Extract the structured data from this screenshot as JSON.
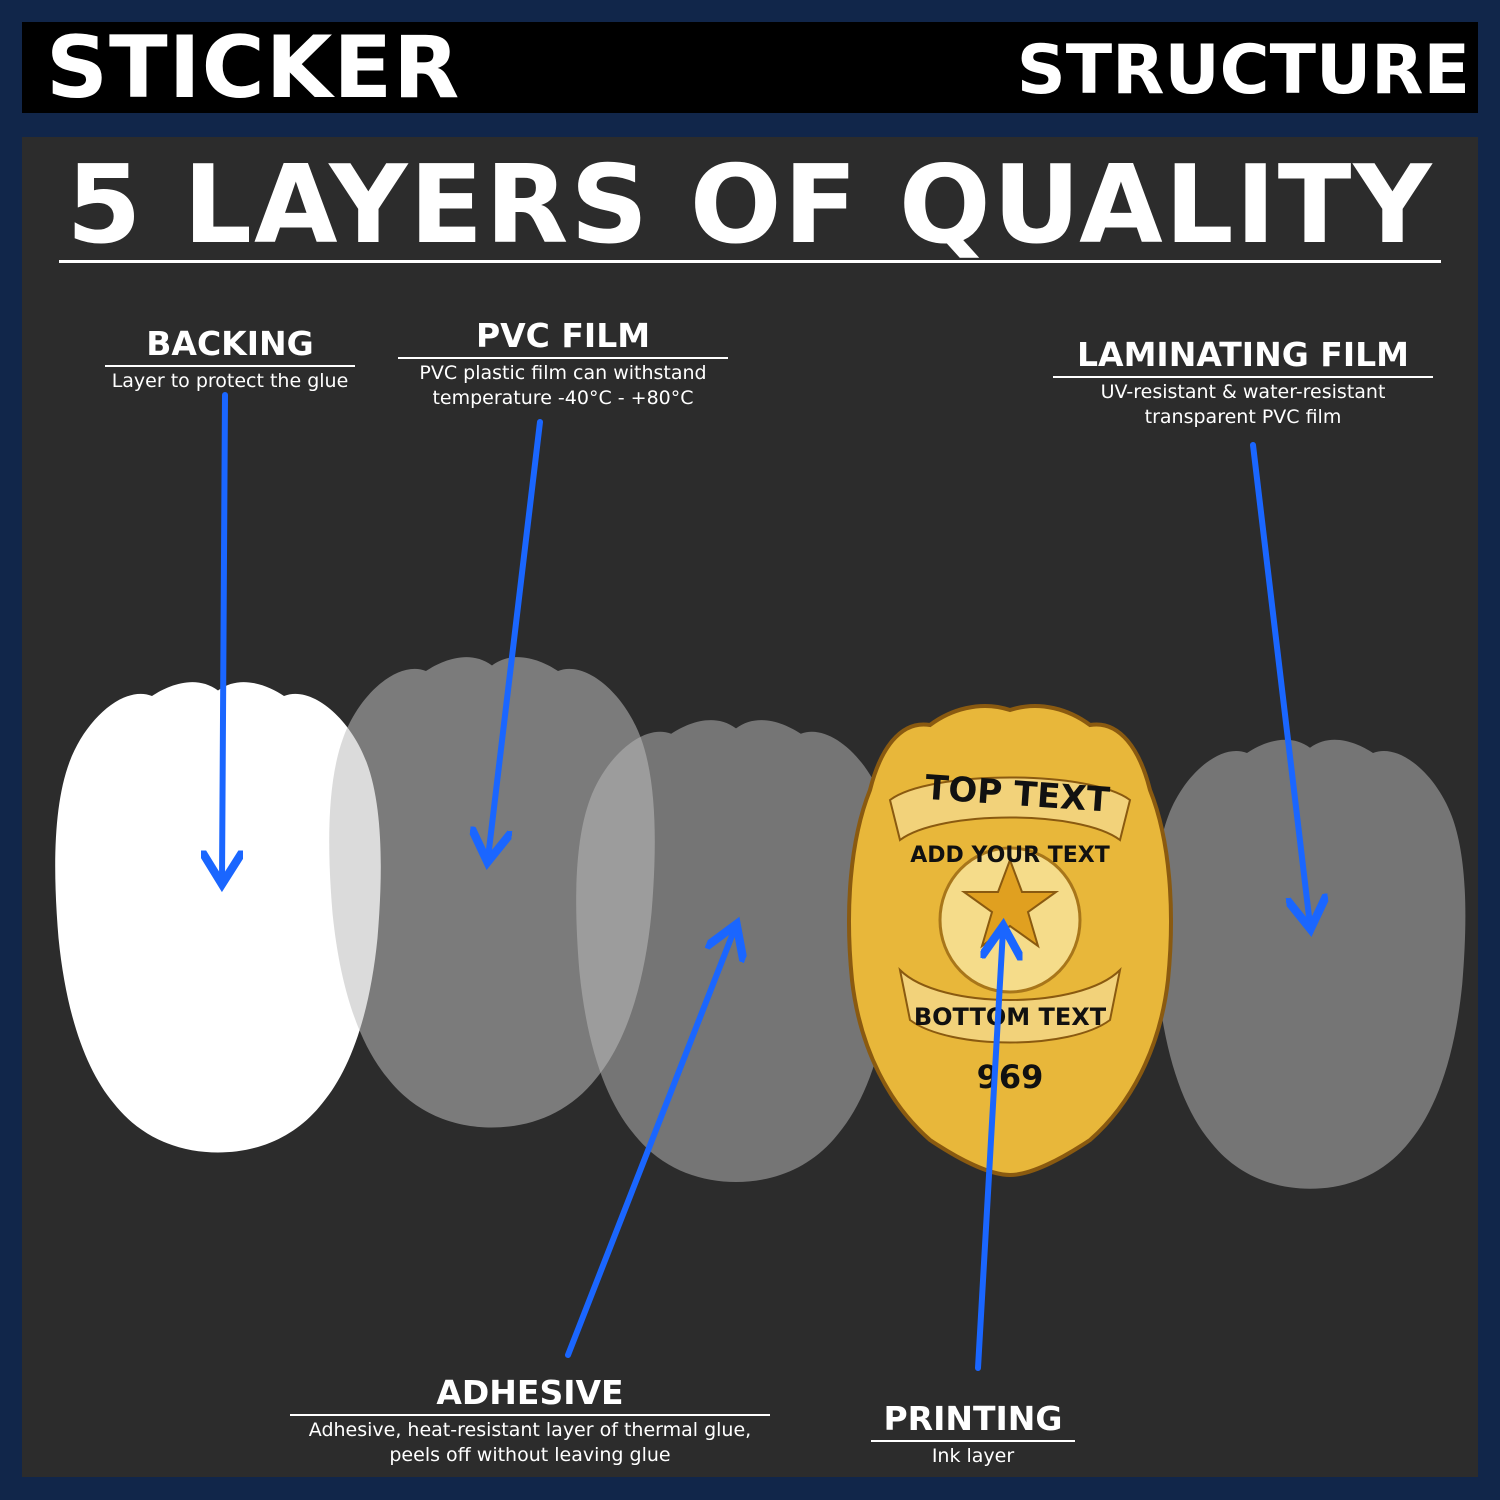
{
  "header": {
    "left": "STICKER",
    "right": "STRUCTURE",
    "headline": "5 LAYERS OF QUALITY"
  },
  "layers": {
    "backing": {
      "title": "BACKING",
      "desc": [
        "Layer to protect the glue"
      ]
    },
    "pvc": {
      "title": "PVC FILM",
      "desc": [
        "PVC plastic film can withstand",
        "temperature -40°C - +80°C"
      ]
    },
    "laminating": {
      "title": "LAMINATING FILM",
      "desc": [
        "UV-resistant & water-resistant",
        "transparent PVC film"
      ]
    },
    "adhesive": {
      "title": "ADHESIVE",
      "desc": [
        "Adhesive, heat-resistant layer of thermal glue,",
        "peels off without leaving glue"
      ]
    },
    "printing": {
      "title": "PRINTING",
      "desc": [
        "Ink layer"
      ]
    }
  },
  "badge": {
    "top": "TOP TEXT",
    "middle": "ADD YOUR TEXT",
    "bottom": "BOTTOM TEXT",
    "number": "969"
  },
  "colors": {
    "arrow": "#1a66ff",
    "frame": "#11264a",
    "panel": "#2c2c2c",
    "gold": "#e8b73a"
  }
}
